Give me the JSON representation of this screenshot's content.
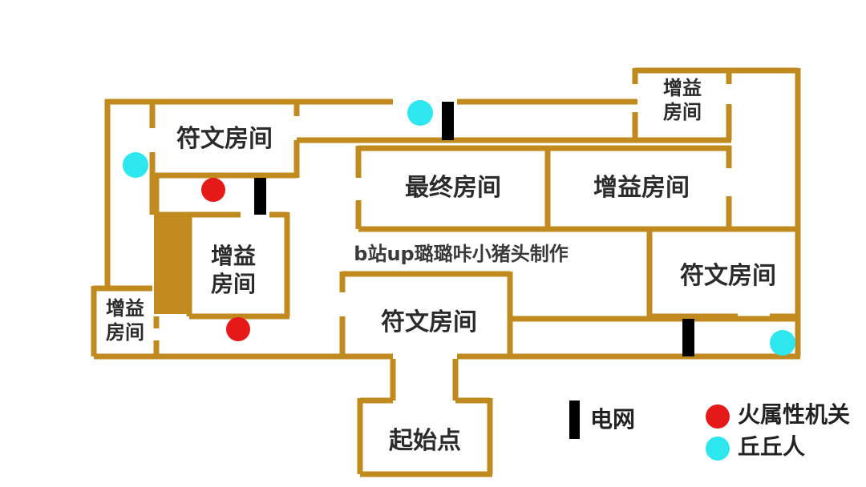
{
  "colors": {
    "wall": "#c08a1e",
    "fire_switch": "#e61919",
    "hilichurl": "#2ee6ee",
    "electric_net": "#000000"
  },
  "rooms": {
    "rune_top_left": "符文房间",
    "buff_top_right": "增益房间",
    "final": "最终房间",
    "buff_right_mid": "增益房间",
    "buff_left_inner": "增益房间",
    "buff_left_small": "增益房间",
    "rune_right": "符文房间",
    "rune_center": "符文房间",
    "start": "起始点"
  },
  "credit": "b站up璐璐咔小猪头制作",
  "legend": {
    "electric_net": "电网",
    "fire_switch": "火属性机关",
    "hilichurl": "丘丘人"
  }
}
